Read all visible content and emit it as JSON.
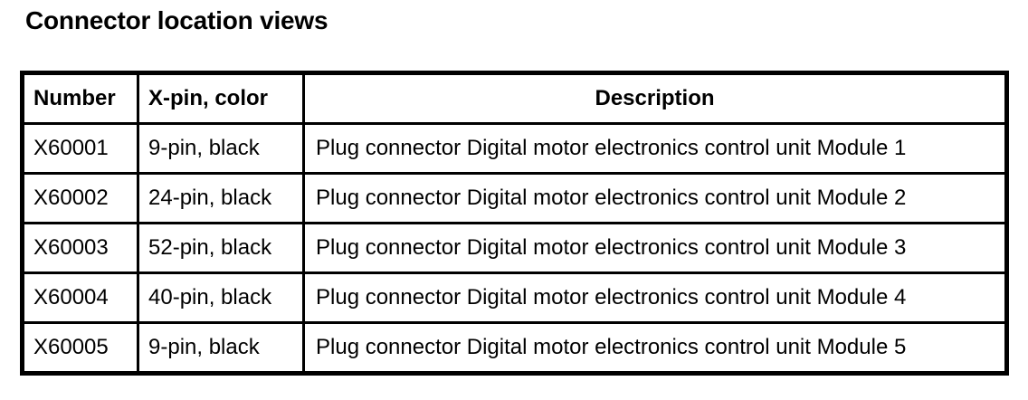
{
  "page": {
    "title": "Connector location views",
    "background_color": "#ffffff",
    "text_color": "#000000",
    "border_color": "#000000"
  },
  "table": {
    "columns": [
      {
        "key": "number",
        "label": "Number",
        "align": "left"
      },
      {
        "key": "xpin",
        "label": "X-pin, color",
        "align": "left"
      },
      {
        "key": "description",
        "label": "Description",
        "align": "center"
      }
    ],
    "rows": [
      {
        "number": "X60001",
        "xpin": "9-pin, black",
        "description": "Plug connector Digital motor electronics control unit Module 1"
      },
      {
        "number": "X60002",
        "xpin": "24-pin, black",
        "description": "Plug connector Digital motor electronics control unit Module 2"
      },
      {
        "number": "X60003",
        "xpin": "52-pin, black",
        "description": "Plug connector Digital motor electronics control unit Module 3"
      },
      {
        "number": "X60004",
        "xpin": "40-pin, black",
        "description": "Plug connector Digital motor electronics control unit Module 4"
      },
      {
        "number": "X60005",
        "xpin": "9-pin, black",
        "description": "Plug connector Digital motor electronics control unit Module 5"
      }
    ]
  }
}
